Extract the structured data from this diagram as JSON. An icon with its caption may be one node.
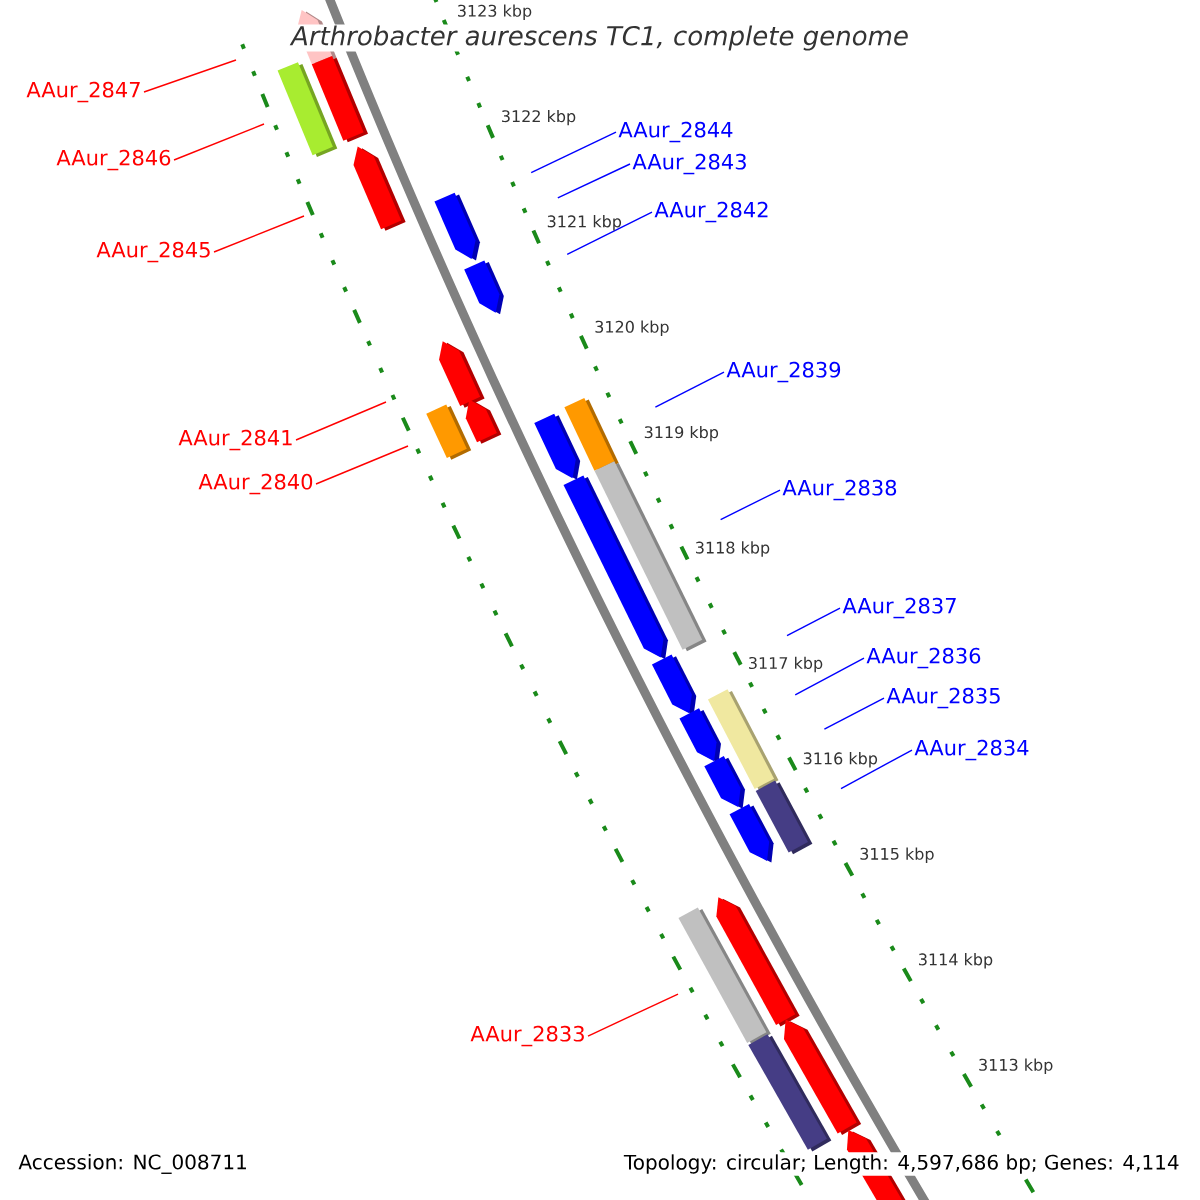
{
  "diagram": {
    "title": "*Arthrobacter aurescens* TC1, complete genome",
    "nodes": [
      {
        "text": [
          "AAur_2847"
        ]
      },
      {
        "text": [
          "AAur_2844"
        ]
      },
      {
        "text": [
          "AAur_2846"
        ]
      },
      {
        "text": [
          "AAur_2843"
        ]
      },
      {
        "text": [
          "AAur_2842"
        ]
      },
      {
        "text": [
          "AAur_2845"
        ]
      },
      {
        "text": [
          "AAur_2839"
        ]
      },
      {
        "text": [
          "AAur_2841"
        ]
      },
      {
        "text": [
          "AAur_2840"
        ]
      },
      {
        "text": [
          "AAur_2838"
        ]
      },
      {
        "text": [
          "AAur_2837"
        ]
      },
      {
        "text": [
          "AAur_2836"
        ]
      },
      {
        "text": [
          "AAur_2835"
        ]
      },
      {
        "text": [
          "AAur_2834"
        ]
      },
      {
        "text": [
          "AAur_2833"
        ]
      }
    ],
    "edges": [
      {
        "from": 0,
        "to": null,
        "arrow": "none",
        "color": "#ff0000"
      },
      {
        "from": 1,
        "to": null,
        "arrow": "none"
      },
      {
        "from": 2,
        "to": null,
        "arrow": "none",
        "color": "#ff0000"
      },
      {
        "from": 3,
        "to": null,
        "arrow": "none"
      },
      {
        "from": 4,
        "to": null,
        "arrow": "none"
      },
      {
        "from": 5,
        "to": null,
        "arrow": "none",
        "color": "#ff0000"
      },
      {
        "from": 6,
        "to": null,
        "arrow": "none"
      },
      {
        "from": 7,
        "to": null,
        "arrow": "none",
        "color": "#ff0000"
      },
      {
        "from": 8,
        "to": null,
        "arrow": "none",
        "color": "#ff0000"
      },
      {
        "from": 9,
        "to": null,
        "arrow": "none"
      },
      {
        "from": 10,
        "to": null,
        "arrow": "none"
      },
      {
        "from": 11,
        "to": null,
        "arrow": "none"
      },
      {
        "from": 12,
        "to": null,
        "arrow": "none"
      },
      {
        "from": 13,
        "to": null,
        "arrow": "none"
      },
      {
        "from": 14,
        "to": null,
        "arrow": "none",
        "color": "#ff0000"
      }
    ],
    "labels": [
      "3123 kbp",
      "3122 kbp",
      "3121 kbp",
      "3120 kbp",
      "3119 kbp",
      "3118 kbp",
      "3117 kbp",
      "3116 kbp",
      "3115 kbp",
      "3114 kbp",
      "3113 kbp",
      "Accession: NC_008711",
      "Topology: circular; Length: 4,597,686 bp; Genes: 4,114"
    ]
  }
}
